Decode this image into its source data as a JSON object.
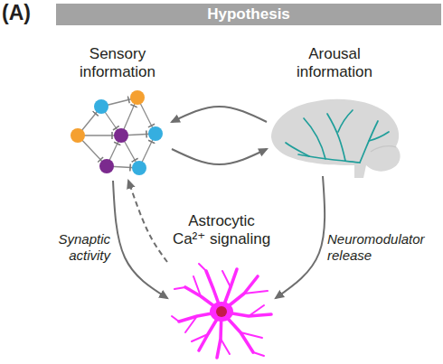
{
  "diagram": {
    "title": "Hypothesis",
    "nodes": [
      {
        "text": [
          "Sensory information"
        ]
      },
      {
        "text": [
          "Arousal information"
        ]
      },
      {
        "text": [
          "Astrocytic Ca²⁺ signaling"
        ]
      }
    ],
    "edges": [
      {
        "from": 1,
        "to": 0,
        "arrow": "to"
      },
      {
        "from": 0,
        "to": 1,
        "arrow": "to"
      },
      {
        "from": 0,
        "to": 2,
        "label": "Synaptic activity",
        "arrow": "to"
      },
      {
        "from": 2,
        "to": 0,
        "arrow": "to"
      },
      {
        "from": 1,
        "to": 2,
        "label": "Neuromodulator release",
        "arrow": "to"
      }
    ],
    "labels": [
      "(A)"
    ]
  }
}
